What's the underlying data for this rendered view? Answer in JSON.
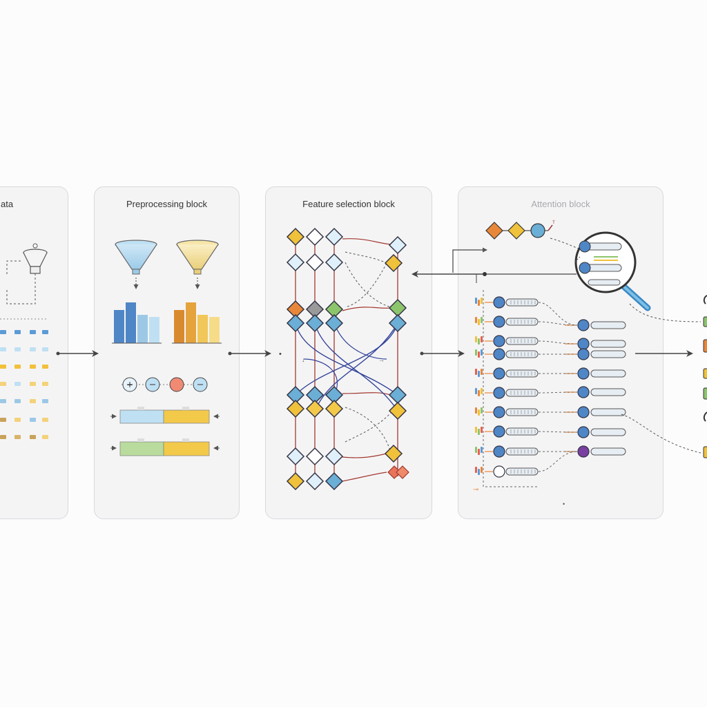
{
  "panels": {
    "data": {
      "title": "ata"
    },
    "preprocessing": {
      "title": "Preprocessing block"
    },
    "feature_selection": {
      "title": "Feature selection block"
    },
    "attention": {
      "title": "Attention block"
    }
  },
  "colors": {
    "panel_bg": "#f5f4f5",
    "panel_border": "#d9d7da",
    "blue": "#5b9bd5",
    "light_blue": "#bfe0f3",
    "yellow": "#f0c13a",
    "orange": "#e8873a",
    "green": "#8cc56b",
    "red": "#e8604c",
    "dark_red": "#a0382e",
    "navy": "#33449a",
    "arrow": "#444444"
  },
  "icons": [
    "funnel-icon",
    "magnifier-icon",
    "arrow-right-icon",
    "arrow-left-icon"
  ]
}
